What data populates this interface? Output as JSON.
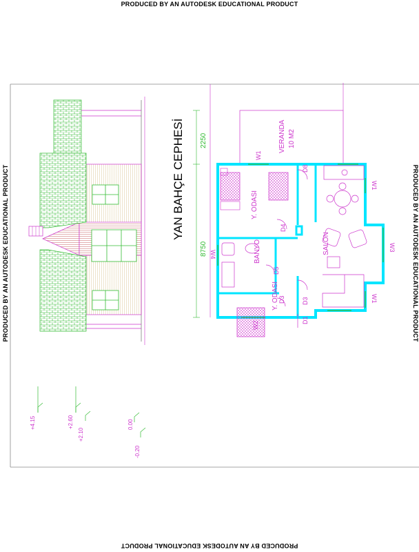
{
  "watermark": {
    "top": "PRODUCED BY AN AUTODESK EDUCATIONAL PRODUCT",
    "bottom": "PRODUCED BY AN AUTODESK EDUCATIONAL PRODUCT",
    "left": "PRODUCED BY AN AUTODESK EDUCATIONAL PRODUCT",
    "right": "PRODUCED BY AN AUTODESK EDUCATIONAL PRODUCT"
  },
  "elevation": {
    "title": "YAN BAHÇE CEPHESİ",
    "levels": [
      "+4.15",
      "+2.60",
      "+2.10",
      "0.00",
      "-0.20"
    ]
  },
  "plan": {
    "dim_total": "8750",
    "dim_veranda": "2250",
    "rooms": {
      "veranda_name": "VERANDA",
      "veranda_area": "10 M2",
      "bedroom1": "Y. ODASI",
      "bedroom2": "Y. ODASI",
      "bath": "BANYO",
      "living": "SALON"
    },
    "doors": [
      "D8",
      "D4",
      "D5",
      "D3",
      "D3",
      "D1"
    ],
    "windows": [
      "W1",
      "W1",
      "W3",
      "W4",
      "W1",
      "W2"
    ]
  },
  "colors": {
    "walls": "#00e5ff",
    "lines": "#cc33cc",
    "roof": "#33bb33",
    "frame": "#888888"
  }
}
